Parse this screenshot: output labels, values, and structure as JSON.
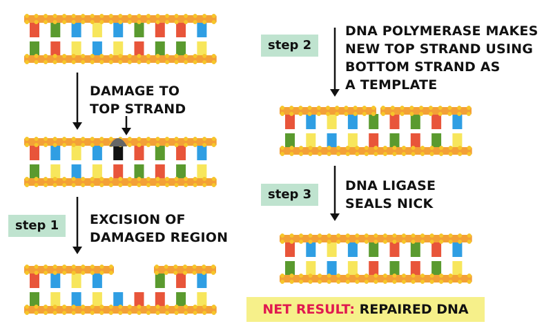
{
  "colors": {
    "backbone": "#f3a037",
    "backbone_dot": "#f6c62a",
    "red": "#e8553a",
    "blue": "#2f9ee3",
    "yellow": "#f7e65c",
    "green": "#5a9a2f",
    "damage": "#111111",
    "damage_cap": "#666666",
    "step_bg": "#bfe3cf",
    "net_bg": "#f6f08a",
    "net_accent": "#e0194f"
  },
  "labels": {
    "damage": [
      "DAMAGE TO",
      "TOP STRAND"
    ],
    "step1": "step 1",
    "excision": [
      "EXCISION OF",
      "DAMAGED REGION"
    ],
    "step2": "step 2",
    "polymerase": [
      "DNA POLYMERASE MAKES",
      "NEW TOP STRAND USING",
      "BOTTOM STRAND AS",
      "A TEMPLATE"
    ],
    "step3": "step 3",
    "ligase": [
      "DNA LIGASE",
      "SEALS NICK"
    ],
    "net_result_prefix": "NET RESULT:",
    "net_result_text": "REPAIRED DNA"
  }
}
